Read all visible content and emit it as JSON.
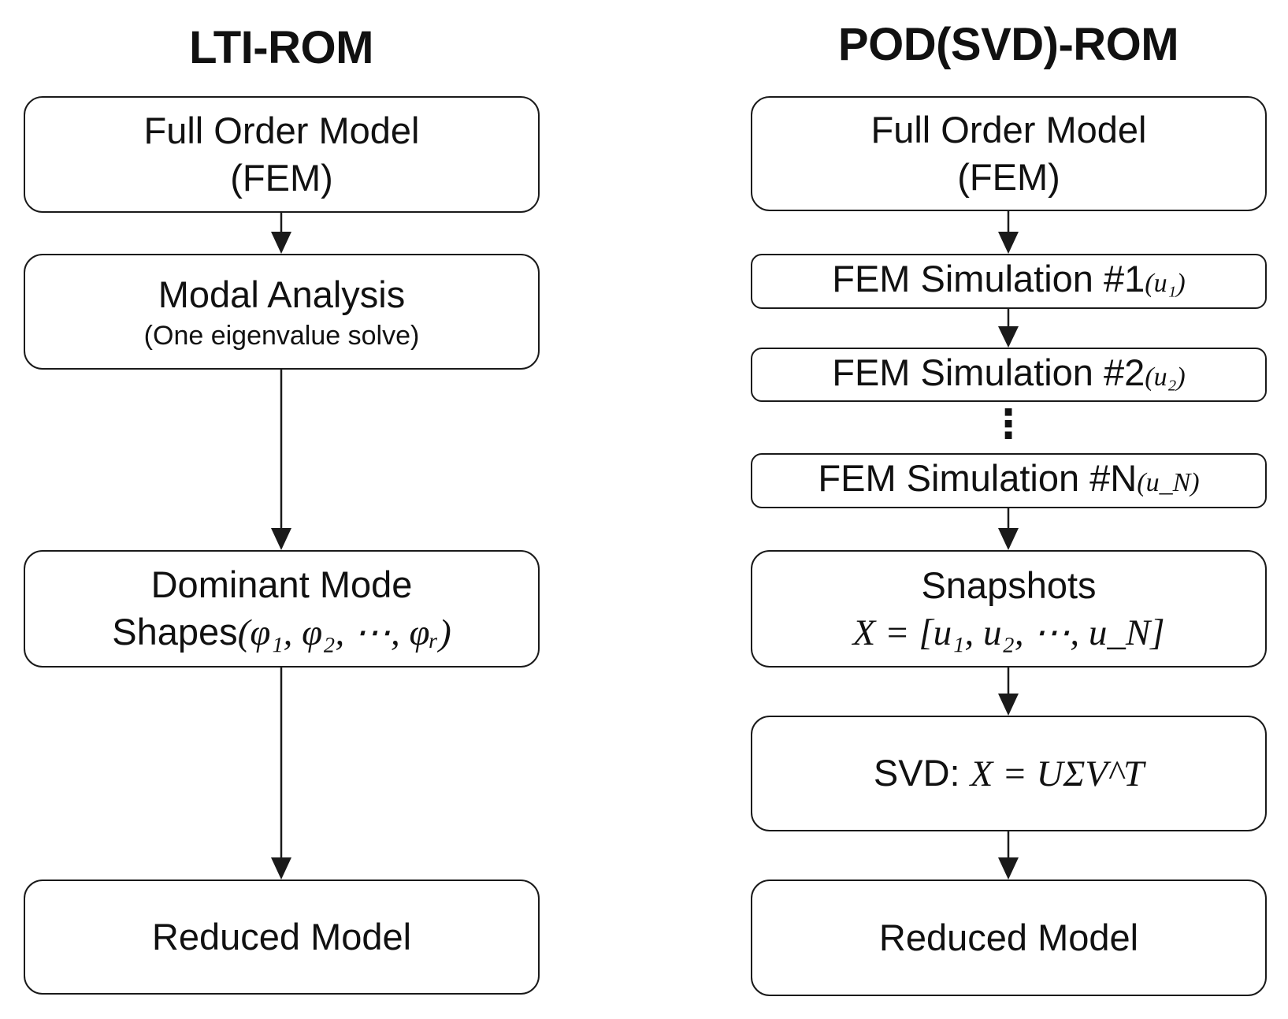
{
  "left": {
    "title": "LTI-ROM",
    "full_order": {
      "line1": "Full Order Model",
      "line2": "(FEM)"
    },
    "modal": {
      "line1": "Modal Analysis",
      "line2": "(One eigenvalue solve)"
    },
    "dominant": {
      "line1": "Dominant Mode",
      "line2_text": "Shapes",
      "line2_math": "(φ₁, φ₂, ⋯, φᵣ)"
    },
    "reduced": {
      "label": "Reduced Model"
    }
  },
  "right": {
    "title": "POD(SVD)-ROM",
    "full_order": {
      "line1": "Full Order Model",
      "line2": "(FEM)"
    },
    "sim1": {
      "text": "FEM Simulation #1",
      "math": "(u₁)"
    },
    "sim2": {
      "text": "FEM Simulation #2",
      "math": "(u₂)"
    },
    "ellipsis": "⋮",
    "simN": {
      "text": "FEM Simulation #N",
      "math": "(u_N)"
    },
    "snapshots": {
      "line1": "Snapshots",
      "line2_math": "X = [u₁, u₂, ⋯, u_N]"
    },
    "svd": {
      "text": "SVD: ",
      "math": "X = UΣV^T"
    },
    "reduced": {
      "label": "Reduced Model"
    }
  }
}
